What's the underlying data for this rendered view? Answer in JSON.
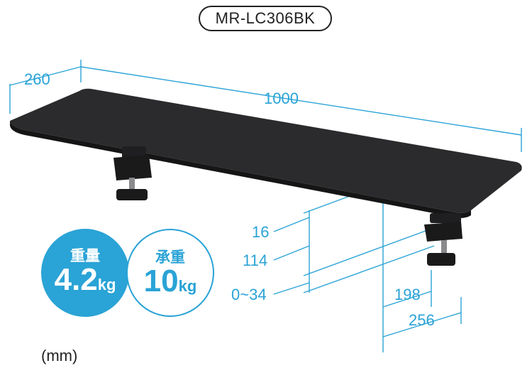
{
  "model": "MR-LC306BK",
  "dimensions": {
    "depth": "260",
    "width": "1000",
    "board_thickness": "16",
    "clamp_depth": "114",
    "clamp_range": "0~34",
    "clamp_offset": "198",
    "clamp_span": "256"
  },
  "specs": {
    "weight_label": "重量",
    "weight_value": "4.2",
    "weight_unit": "kg",
    "load_label": "承重",
    "load_value": "10",
    "load_unit": "kg"
  },
  "unit_note": "(mm)",
  "colors": {
    "accent": "#2aa3d6",
    "board": "#2b2b2d",
    "text": "#222222"
  }
}
